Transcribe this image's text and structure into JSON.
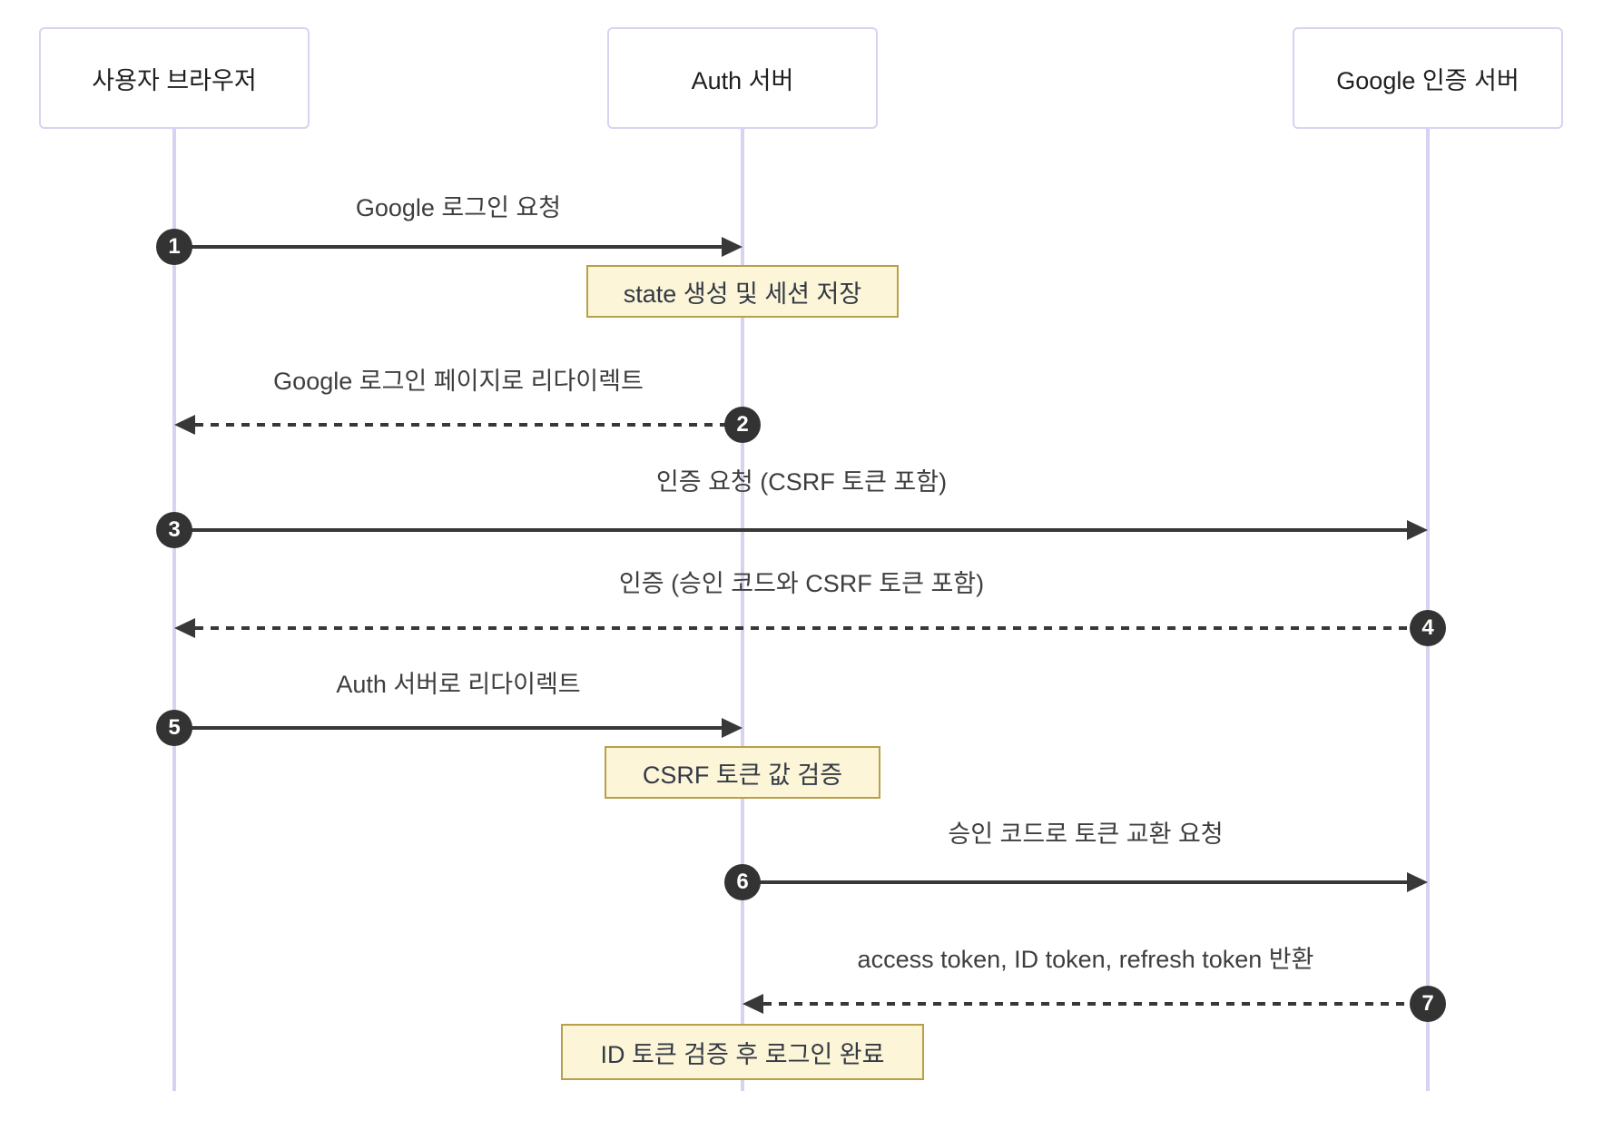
{
  "diagram": {
    "type": "sequence-diagram",
    "topic": "Google OAuth login flow",
    "colors": {
      "lifeline": "#d7d2f0",
      "actor_border": "#d9d3f2",
      "actor_fill": "#ffffff",
      "message_line": "#383838",
      "sequence_badge_fill": "#333333",
      "sequence_badge_text": "#ffffff",
      "note_fill": "#fcf5d8",
      "note_border": "#b7a048",
      "note_text": "#333a44",
      "label_text": "#3e3e3e"
    },
    "actors": [
      {
        "id": "browser",
        "label": "사용자 브라우저"
      },
      {
        "id": "auth-server",
        "label": "Auth 서버"
      },
      {
        "id": "google-auth-server",
        "label": "Google 인증 서버"
      }
    ],
    "messages": [
      {
        "seq": "1",
        "from": "browser",
        "to": "auth-server",
        "style": "solid",
        "label": "Google 로그인 요청"
      },
      {
        "seq": "2",
        "from": "auth-server",
        "to": "browser",
        "style": "dashed",
        "label": "Google 로그인 페이지로 리다이렉트"
      },
      {
        "seq": "3",
        "from": "browser",
        "to": "google-auth-server",
        "style": "solid",
        "label": "인증 요청 (CSRF 토큰 포함)"
      },
      {
        "seq": "4",
        "from": "google-auth-server",
        "to": "browser",
        "style": "dashed",
        "label": "인증 (승인 코드와 CSRF 토큰 포함)"
      },
      {
        "seq": "5",
        "from": "browser",
        "to": "auth-server",
        "style": "solid",
        "label": "Auth 서버로 리다이렉트"
      },
      {
        "seq": "6",
        "from": "auth-server",
        "to": "google-auth-server",
        "style": "solid",
        "label": "승인 코드로 토큰 교환 요청"
      },
      {
        "seq": "7",
        "from": "google-auth-server",
        "to": "auth-server",
        "style": "dashed",
        "label": "access token, ID token, refresh token 반환"
      }
    ],
    "notes": [
      {
        "over": "auth-server",
        "label": "state 생성 및 세션 저장"
      },
      {
        "over": "auth-server",
        "label": "CSRF 토큰 값 검증"
      },
      {
        "over": "auth-server",
        "label": "ID 토큰 검증 후 로그인 완료"
      }
    ]
  }
}
